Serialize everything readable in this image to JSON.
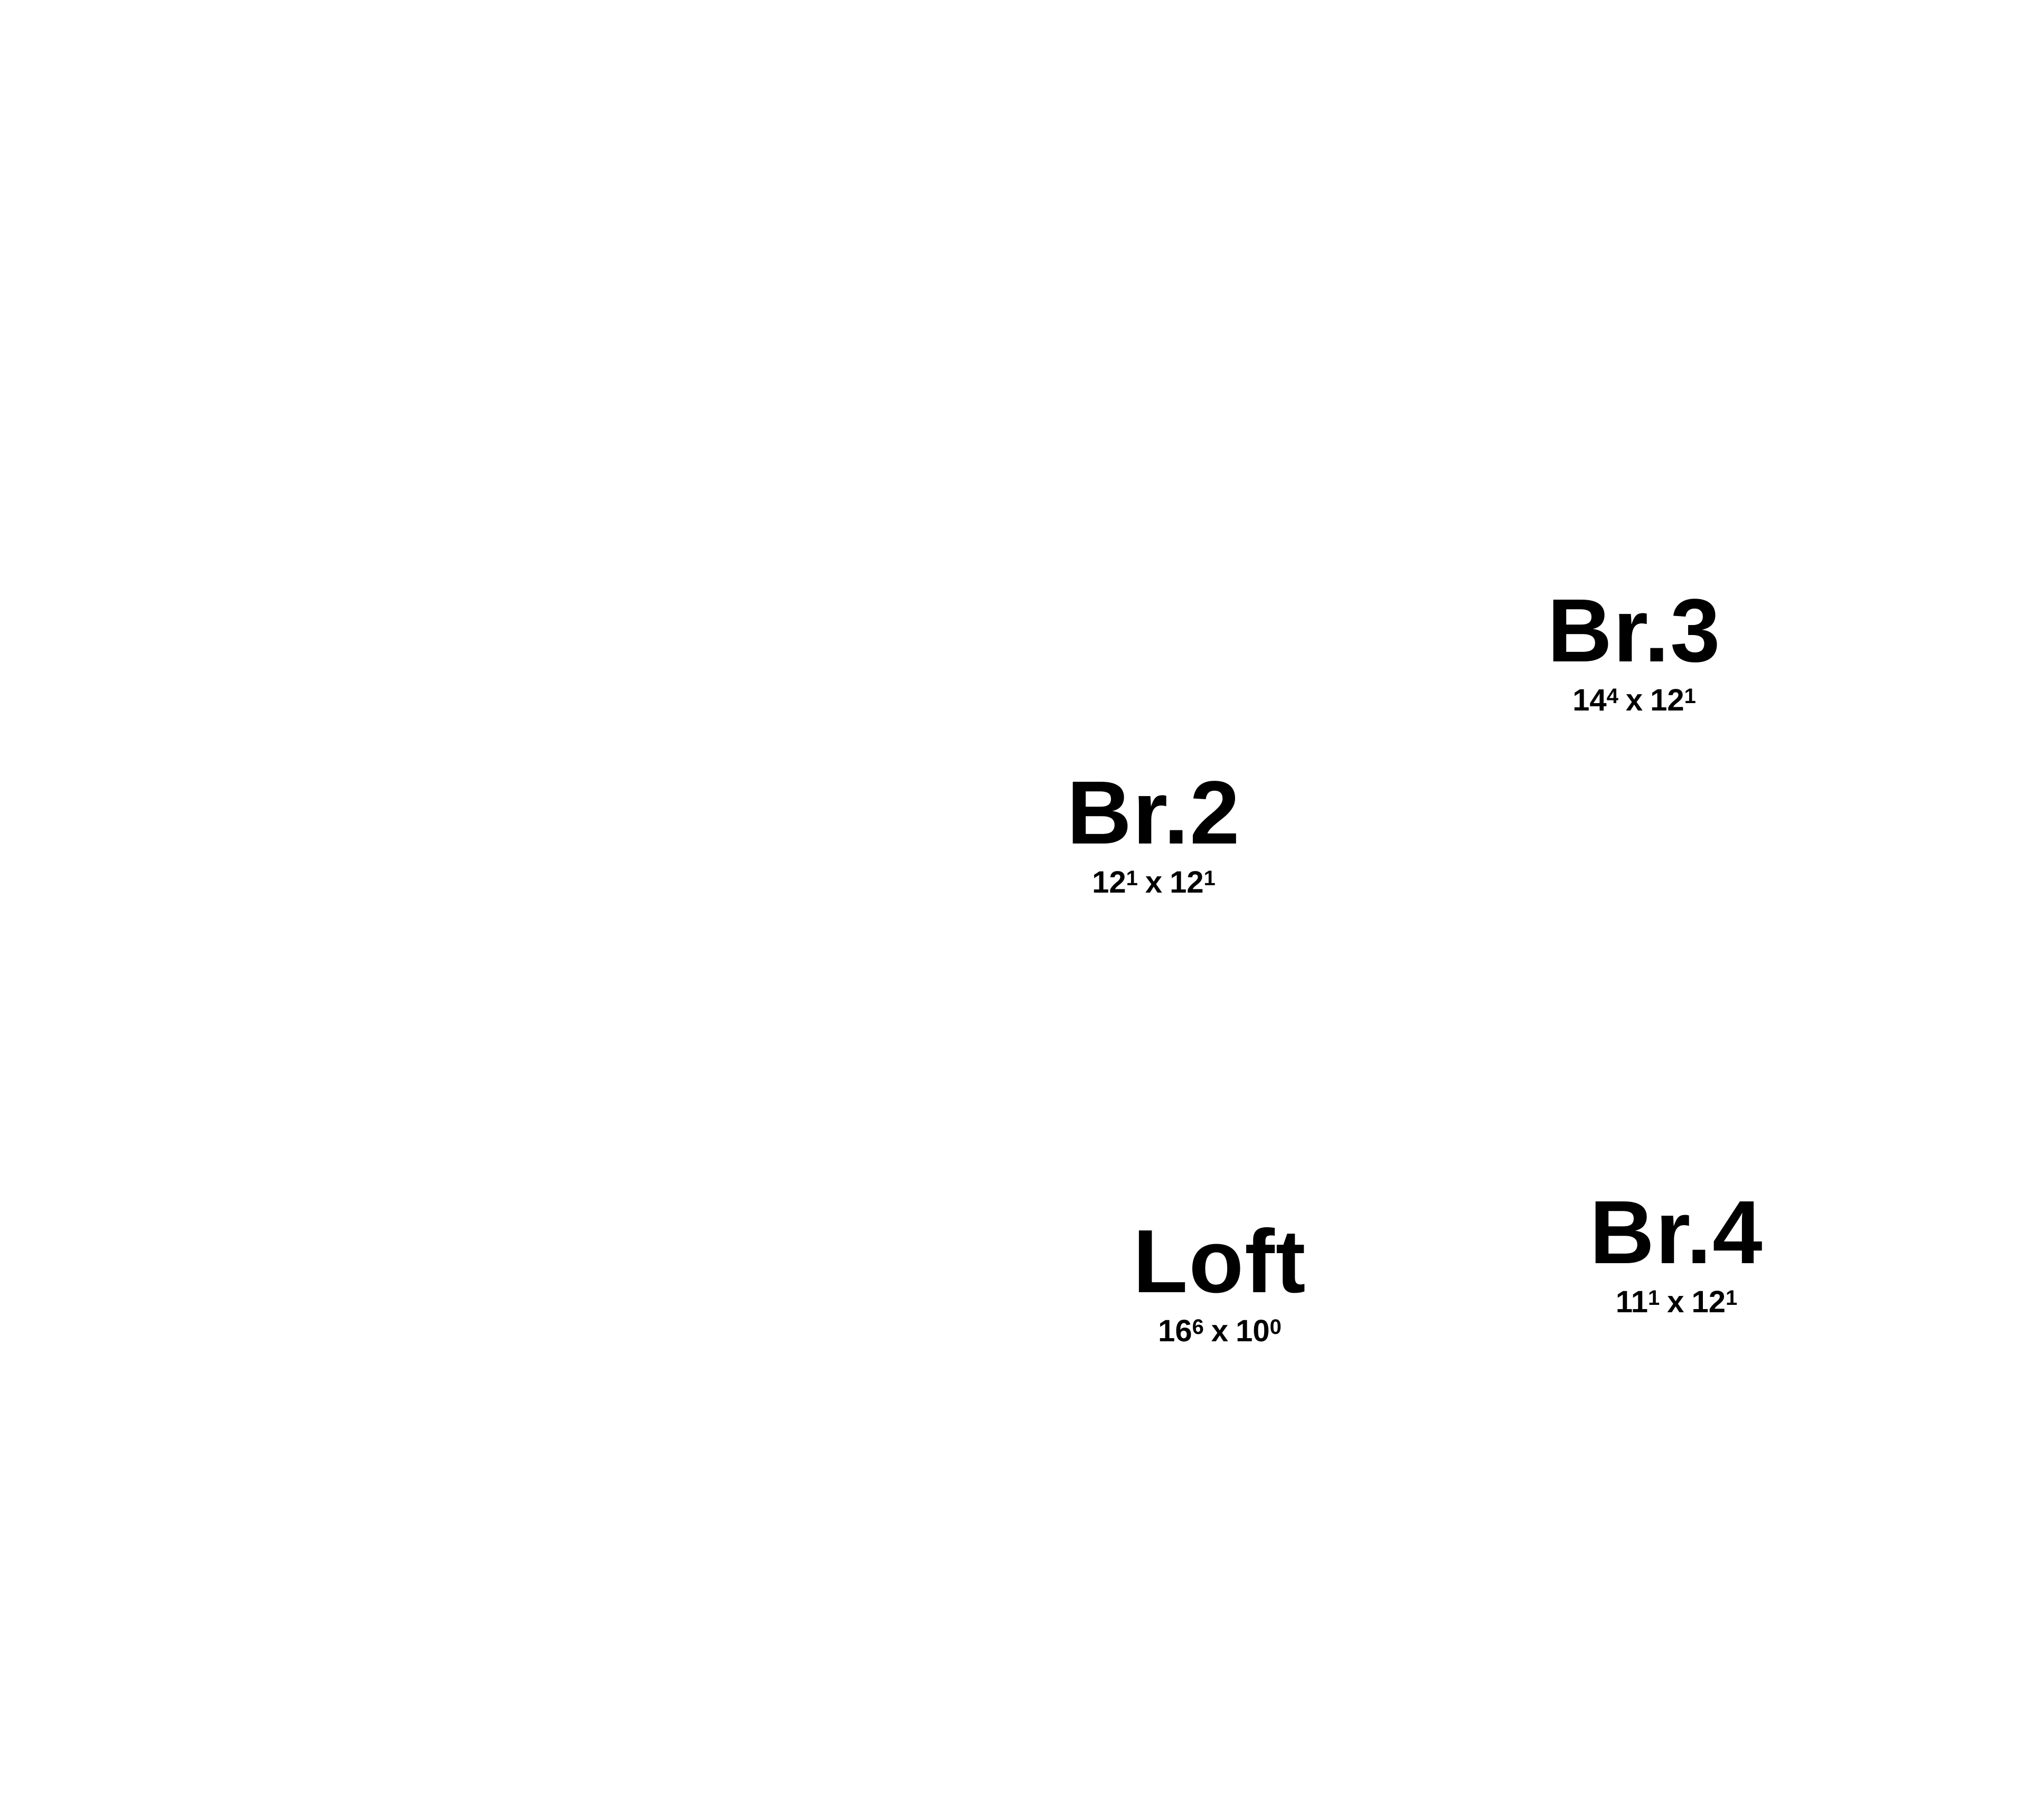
{
  "floor_plan": {
    "rooms": [
      {
        "name": "Br.3",
        "dim_a": "14",
        "dim_a_frac": "4",
        "sep": "x",
        "dim_b": "12",
        "dim_b_frac": "1"
      },
      {
        "name": "Br.2",
        "dim_a": "12",
        "dim_a_frac": "1",
        "sep": "x",
        "dim_b": "12",
        "dim_b_frac": "1"
      },
      {
        "name": "Loft",
        "dim_a": "16",
        "dim_a_frac": "6",
        "sep": "x",
        "dim_b": "10",
        "dim_b_frac": "0"
      },
      {
        "name": "Br.4",
        "dim_a": "11",
        "dim_a_frac": "1",
        "sep": "x",
        "dim_b": "12",
        "dim_b_frac": "1"
      }
    ]
  }
}
